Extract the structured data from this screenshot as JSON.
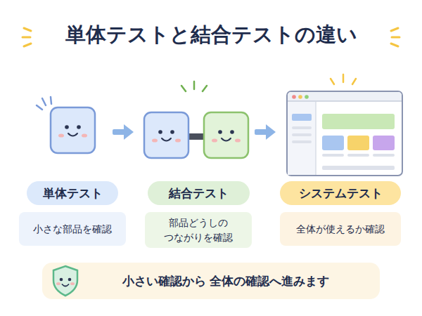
{
  "diagram": {
    "title": "単体テストと結合テストの違い",
    "nodes": [
      {
        "text": [
          "単体テスト"
        ]
      },
      {
        "text": [
          "結合テスト"
        ]
      },
      {
        "text": [
          "システムテスト"
        ]
      },
      {
        "text": [
          "小さな部品を確認"
        ]
      },
      {
        "text": [
          "部品どうしの つながりを確認"
        ]
      },
      {
        "text": [
          "全体が使えるか確認"
        ]
      },
      {
        "text": [
          "小さい確認から 全体の確認へ進みます"
        ]
      }
    ]
  }
}
